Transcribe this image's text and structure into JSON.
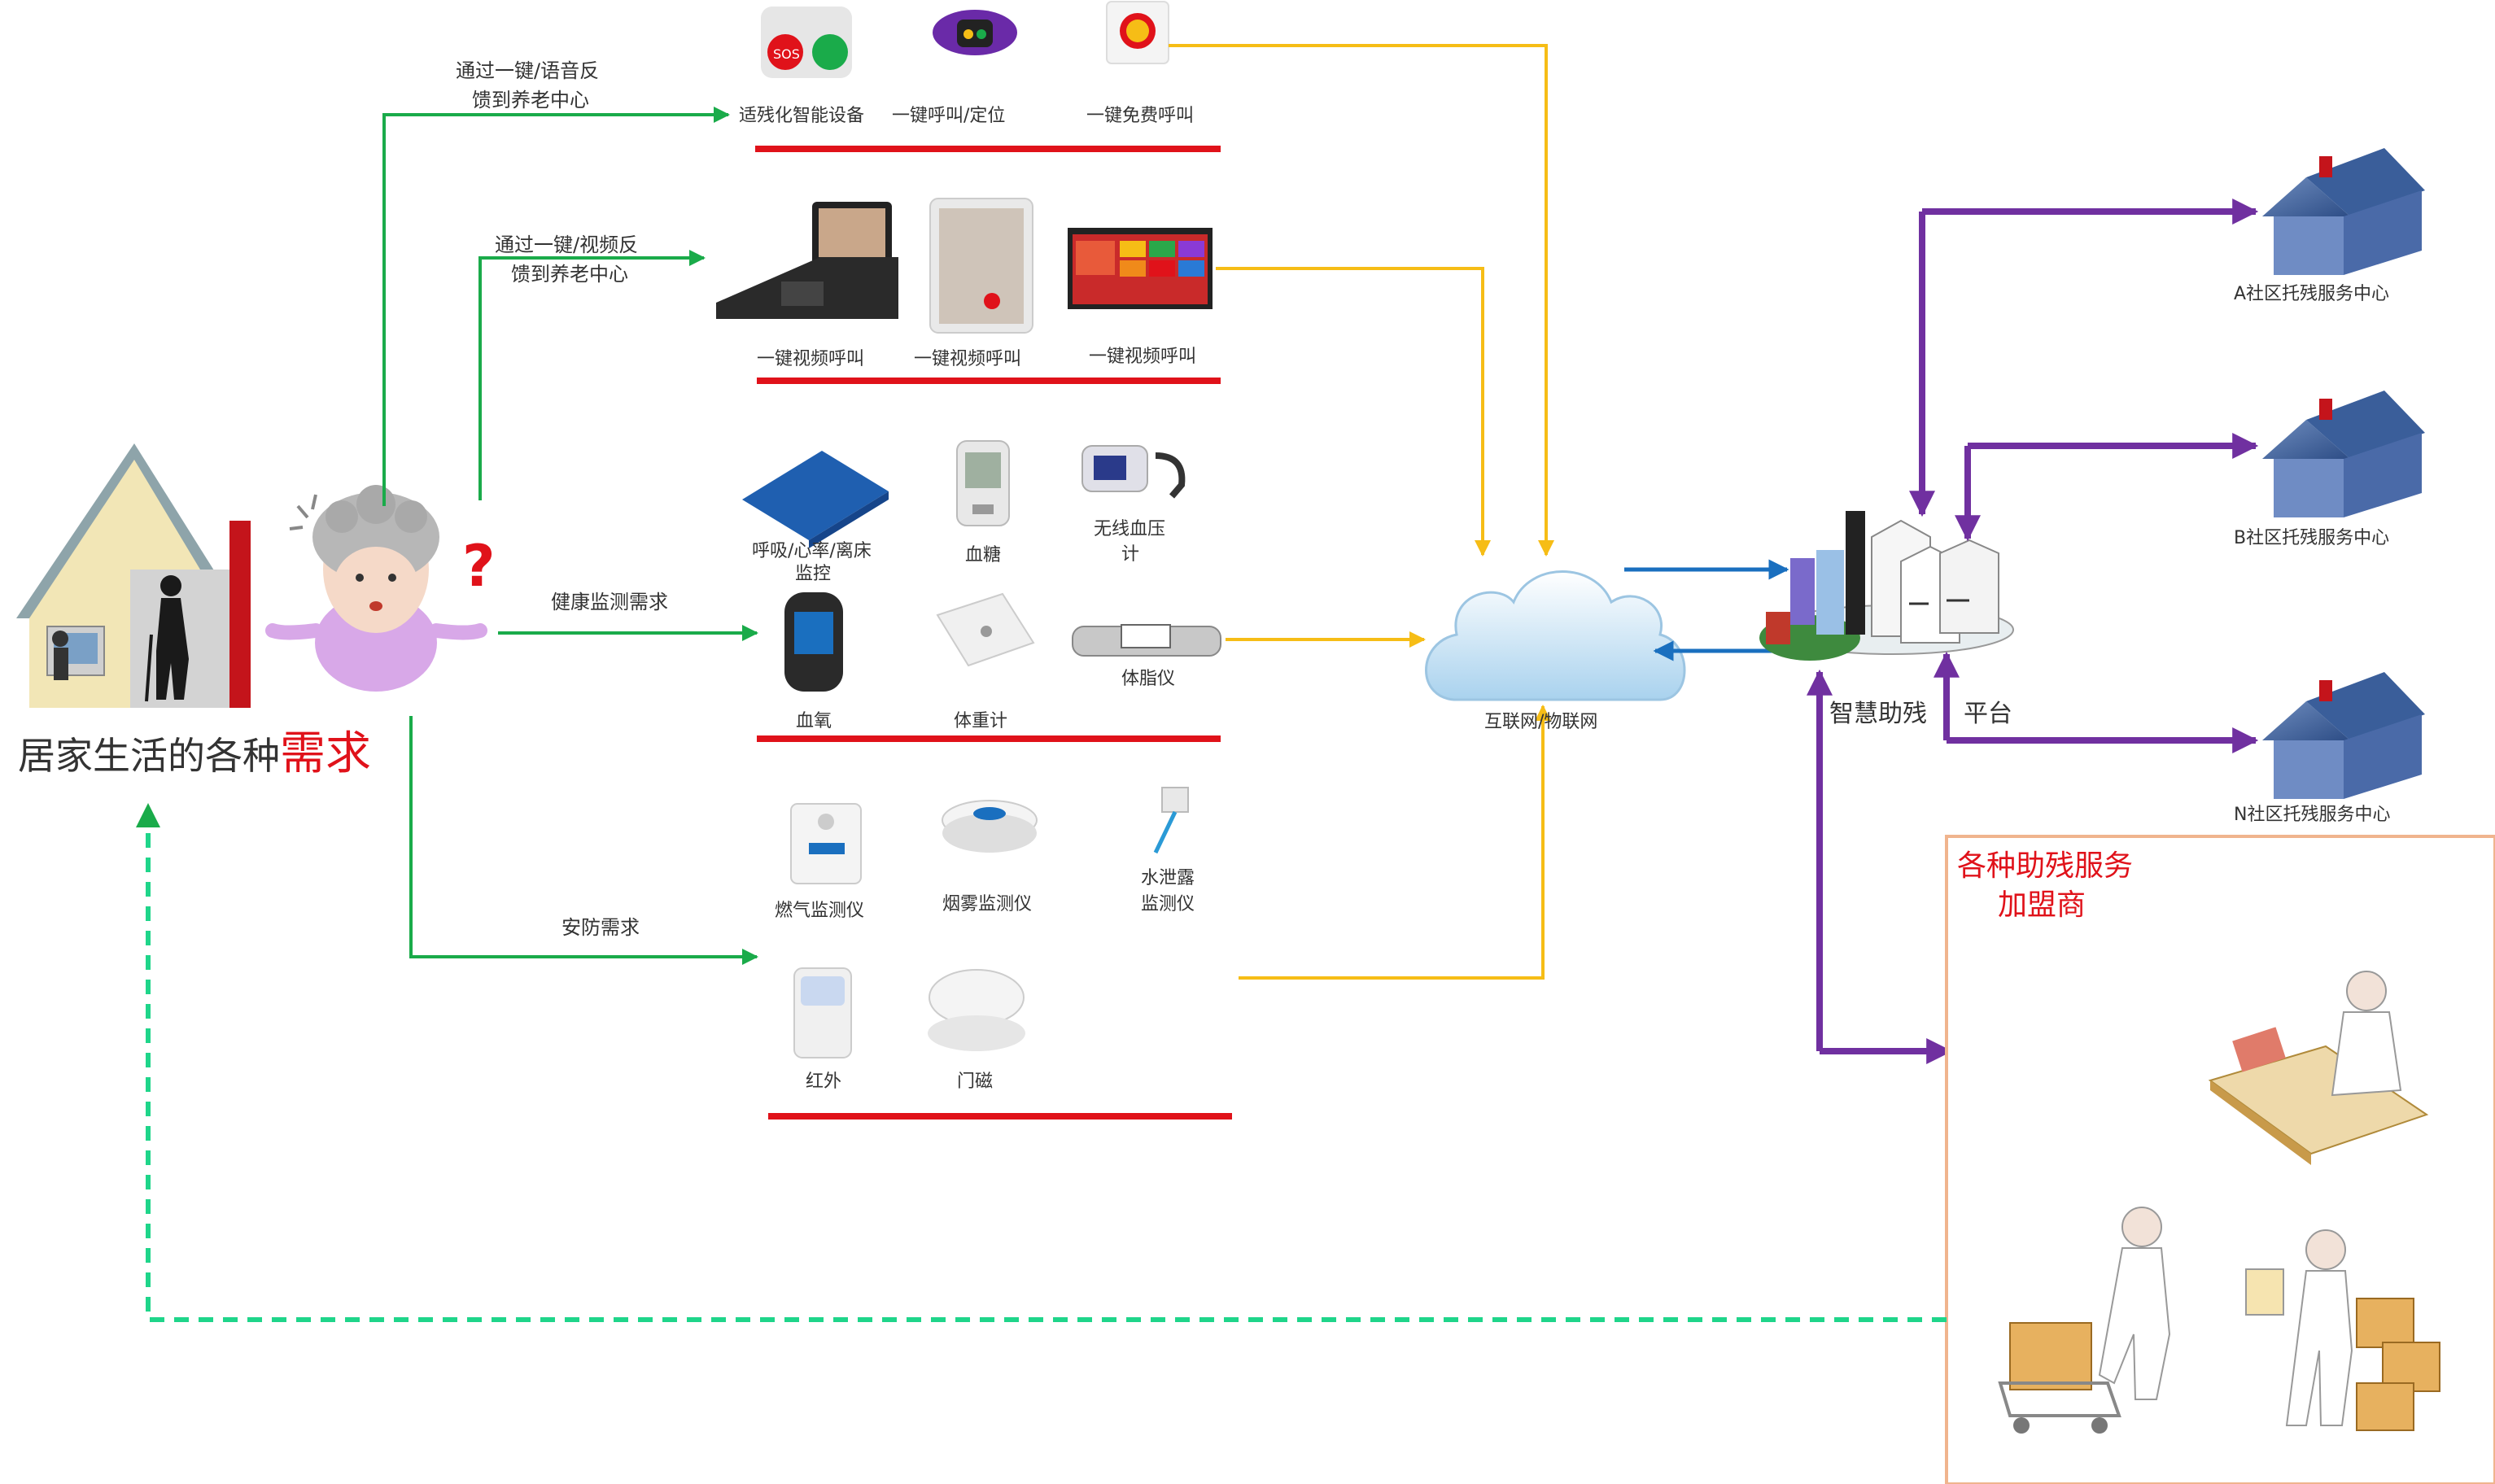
{
  "home": {
    "title_main": "居家生活的各种",
    "title_emphasis": "需求"
  },
  "branches": {
    "voice": {
      "line1": "通过一键/语音反",
      "line2": "馈到养老中心"
    },
    "video": {
      "line1": "通过一键/视频反",
      "line2": "馈到养老中心"
    },
    "health": {
      "label": "健康监测需求"
    },
    "security": {
      "label": "安防需求"
    }
  },
  "devices": {
    "row1": [
      "适残化智能设备",
      "一键呼叫/定位",
      "一键免费呼叫"
    ],
    "row2": [
      "一键视频呼叫",
      "一键视频呼叫",
      "一键视频呼叫"
    ],
    "row3": {
      "mat_line1": "呼吸/心率/离床",
      "mat_line2": "监控",
      "glucose": "血糖",
      "bp_line1": "无线血压",
      "bp_line2": "计"
    },
    "row4": {
      "oximeter": "血氧",
      "scale": "体重计",
      "body_fat": "体脂仪"
    },
    "row5": {
      "gas": "燃气监测仪",
      "smoke": "烟雾监测仪",
      "water_line1": "水泄露",
      "water_line2": "监测仪"
    },
    "row6": {
      "infrared": "红外",
      "door": "门磁"
    },
    "sos_text": "SOS"
  },
  "cloud": {
    "label": "互联网/物联网"
  },
  "platform": {
    "left": "智慧助残",
    "right": "平台"
  },
  "centers": [
    "A社区托残服务中心",
    "B社区托残服务中心",
    "N社区托残服务中心"
  ],
  "franchise": {
    "line1": "各种助残服务",
    "line2": "加盟商"
  },
  "colors": {
    "green": "#1aab4a",
    "yellow": "#f6bd16",
    "red": "#e0121a",
    "purple": "#7030a0",
    "blue": "#1a6fbf",
    "franchise_border": "#f0b48e"
  },
  "icons": [
    "house-icon",
    "elderly-woman-icon",
    "question-mark-icon",
    "cloud-icon",
    "city-servers-icon",
    "community-house-icon",
    "worker-desk-icon",
    "worker-cart-icon",
    "worker-boxes-icon"
  ]
}
